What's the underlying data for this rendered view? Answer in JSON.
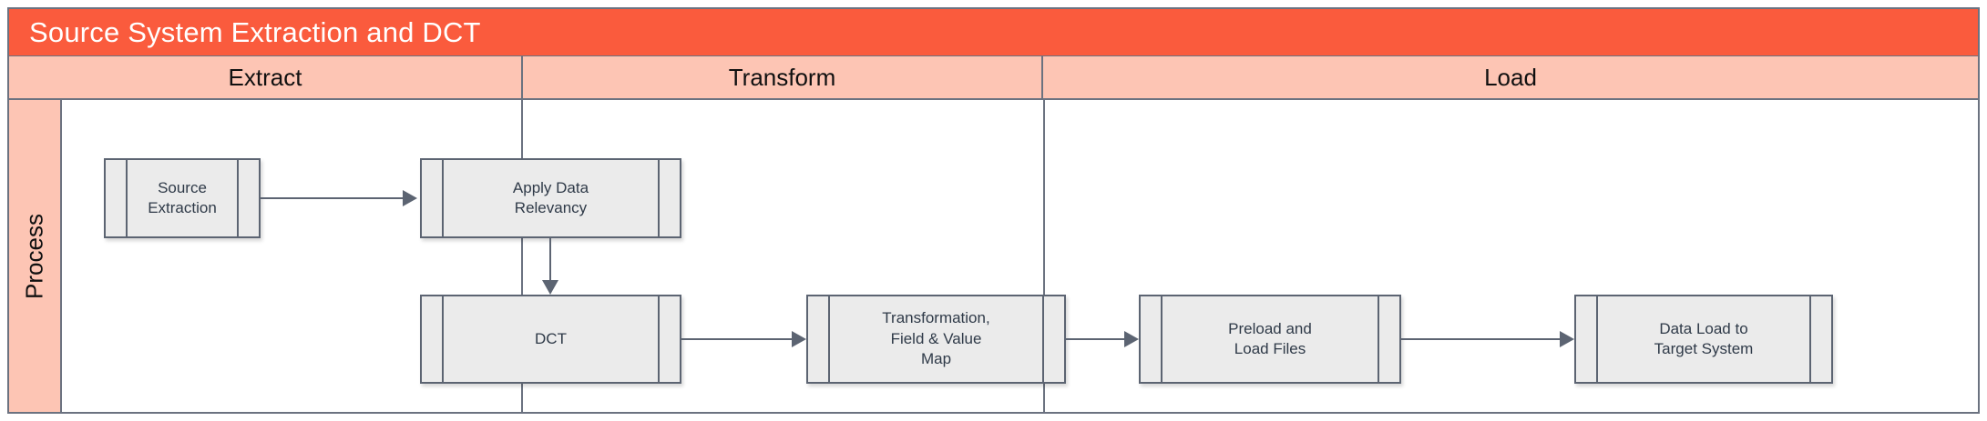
{
  "diagram": {
    "title": "Source System Extraction and DCT",
    "colors": {
      "title_bar": "#fa5b3d",
      "phase_header": "#fdc5b4",
      "lane_header": "#fdc5b4",
      "node_fill": "#ebebeb",
      "node_border": "#5c6472",
      "frame_border": "#6b7280",
      "title_text": "#ffffff",
      "connector": "#5c6472"
    },
    "phases": [
      {
        "label": "Extract"
      },
      {
        "label": "Transform"
      },
      {
        "label": "Load"
      }
    ],
    "lanes": [
      {
        "label": "Process"
      }
    ],
    "nodes": [
      {
        "id": "source-extraction",
        "label": "Source\nExtraction",
        "phase": "Extract"
      },
      {
        "id": "apply-data-relevancy",
        "label": "Apply Data\nRelevancy",
        "phase": "Extract"
      },
      {
        "id": "dct",
        "label": "DCT",
        "phase": "Extract"
      },
      {
        "id": "transformation-map",
        "label": "Transformation,\nField & Value\nMap",
        "phase": "Transform"
      },
      {
        "id": "preload-load-files",
        "label": "Preload and\nLoad Files",
        "phase": "Transform"
      },
      {
        "id": "data-load-target",
        "label": "Data Load to\nTarget System",
        "phase": "Load"
      }
    ],
    "connectors": [
      {
        "from": "source-extraction",
        "to": "apply-data-relevancy",
        "direction": "right"
      },
      {
        "from": "apply-data-relevancy",
        "to": "dct",
        "direction": "down"
      },
      {
        "from": "dct",
        "to": "transformation-map",
        "direction": "right"
      },
      {
        "from": "transformation-map",
        "to": "preload-load-files",
        "direction": "right"
      },
      {
        "from": "preload-load-files",
        "to": "data-load-target",
        "direction": "right"
      }
    ]
  }
}
